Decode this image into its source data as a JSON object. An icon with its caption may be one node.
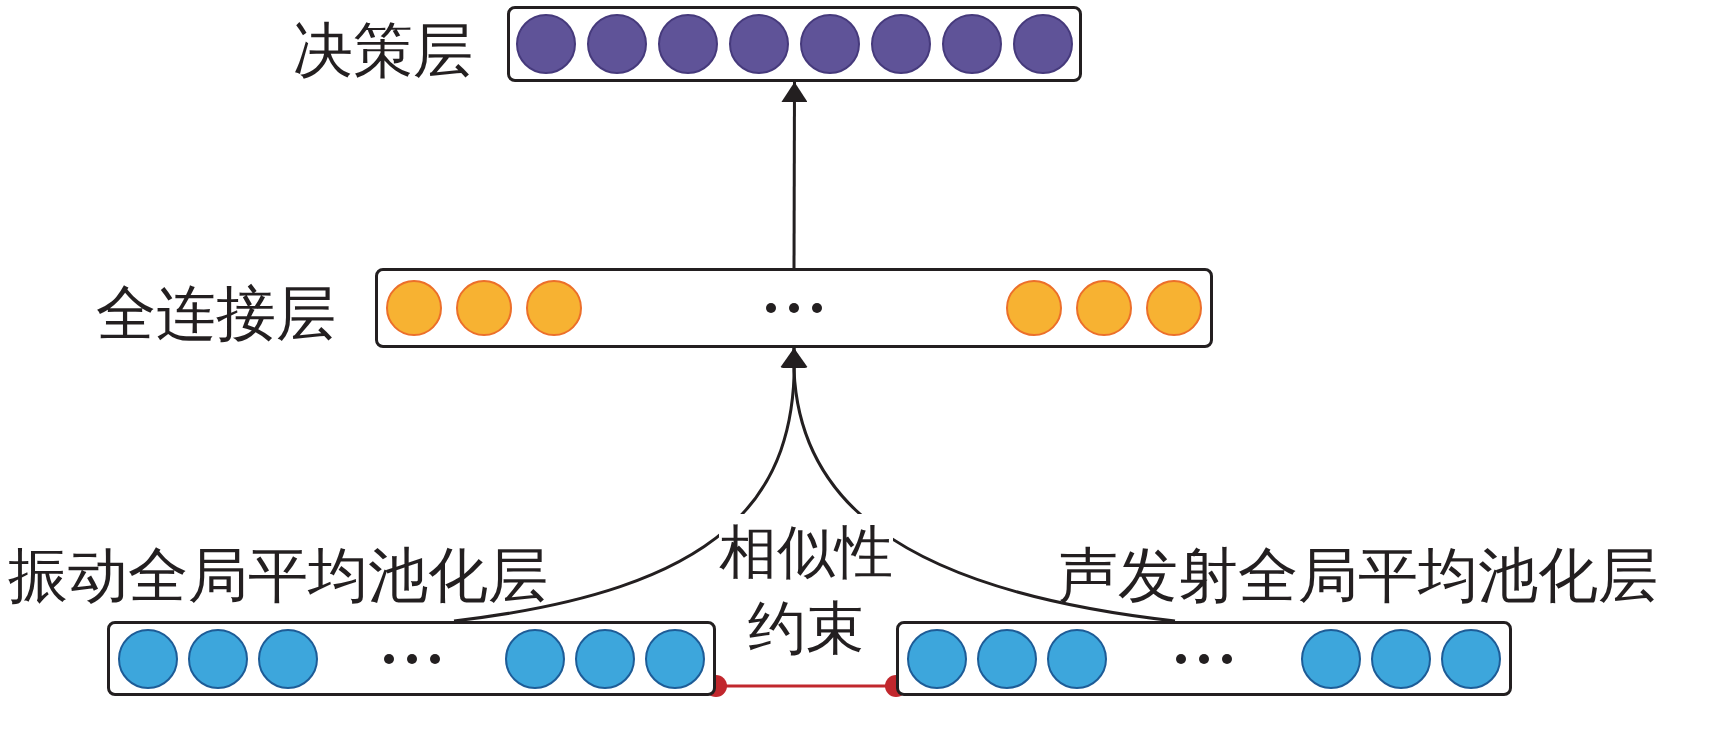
{
  "diagram": {
    "nodes": [
      {
        "text": [
          "决策层"
        ]
      },
      {
        "text": [
          "全连接层"
        ]
      },
      {
        "text": [
          "振动全局平均池化层"
        ]
      },
      {
        "text": [
          "声发射全局平均池化层"
        ]
      }
    ],
    "edges": [
      {
        "from": 2,
        "to": 1,
        "arrow": "to"
      },
      {
        "from": 3,
        "to": 1,
        "arrow": "to"
      },
      {
        "from": 1,
        "to": 0,
        "arrow": "to"
      },
      {
        "from": 2,
        "to": 3,
        "arrow": "other",
        "label": "相似性约束",
        "color": "#c1272d"
      }
    ]
  }
}
